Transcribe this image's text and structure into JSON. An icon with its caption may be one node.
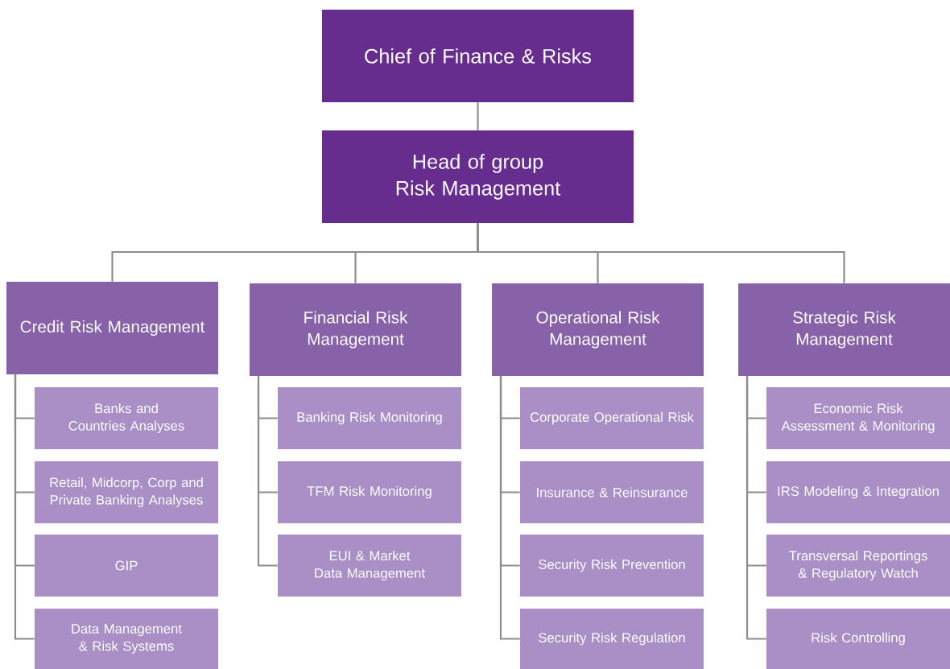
{
  "diagram": {
    "nodes": [
      {
        "text": [
          "Chief of Finance & Risks"
        ]
      },
      {
        "text": [
          "Head of group Risk Management"
        ]
      },
      {
        "text": [
          "Credit Risk Management"
        ]
      },
      {
        "text": [
          "Banks and Countries Analyses"
        ]
      },
      {
        "text": [
          "Retail, Midcorp, Corp and Private Banking Analyses"
        ]
      },
      {
        "text": [
          "GIP"
        ]
      },
      {
        "text": [
          "Data Management & Risk Systems"
        ]
      },
      {
        "text": [
          "Financial Risk Management"
        ]
      },
      {
        "text": [
          "Banking Risk Monitoring"
        ]
      },
      {
        "text": [
          "TFM Risk Monitoring"
        ]
      },
      {
        "text": [
          "EUI & Market Data Management"
        ]
      },
      {
        "text": [
          "Operational Risk Management"
        ]
      },
      {
        "text": [
          "Corporate Operational Risk"
        ]
      },
      {
        "text": [
          "Insurance & Reinsurance"
        ]
      },
      {
        "text": [
          "Security Risk Prevention"
        ]
      },
      {
        "text": [
          "Security Risk Regulation"
        ]
      },
      {
        "text": [
          "Strategic Risk Management"
        ]
      },
      {
        "text": [
          "Economic Risk Assessment & Monitoring"
        ]
      },
      {
        "text": [
          "IRS Modeling & Integration"
        ]
      },
      {
        "text": [
          "Transversal Reportings & Regulatory Watch"
        ]
      },
      {
        "text": [
          "Risk Controlling"
        ]
      }
    ],
    "edges": [
      {
        "from": 0,
        "to": 1,
        "arrow": "none"
      },
      {
        "from": 1,
        "to": 2,
        "arrow": "none"
      },
      {
        "from": 1,
        "to": 7,
        "arrow": "none"
      },
      {
        "from": 1,
        "to": 11,
        "arrow": "none"
      },
      {
        "from": 1,
        "to": 16,
        "arrow": "none"
      },
      {
        "from": 2,
        "to": 3,
        "arrow": "none"
      },
      {
        "from": 2,
        "to": 4,
        "arrow": "none"
      },
      {
        "from": 2,
        "to": 5,
        "arrow": "none"
      },
      {
        "from": 2,
        "to": 6,
        "arrow": "none"
      },
      {
        "from": 7,
        "to": 8,
        "arrow": "none"
      },
      {
        "from": 7,
        "to": 9,
        "arrow": "none"
      },
      {
        "from": 7,
        "to": 10,
        "arrow": "none"
      },
      {
        "from": 11,
        "to": 12,
        "arrow": "none"
      },
      {
        "from": 11,
        "to": 13,
        "arrow": "none"
      },
      {
        "from": 11,
        "to": 14,
        "arrow": "none"
      },
      {
        "from": 11,
        "to": 15,
        "arrow": "none"
      },
      {
        "from": 16,
        "to": 17,
        "arrow": "none"
      },
      {
        "from": 16,
        "to": 18,
        "arrow": "none"
      },
      {
        "from": 16,
        "to": 19,
        "arrow": "none"
      },
      {
        "from": 16,
        "to": 20,
        "arrow": "none"
      }
    ]
  }
}
